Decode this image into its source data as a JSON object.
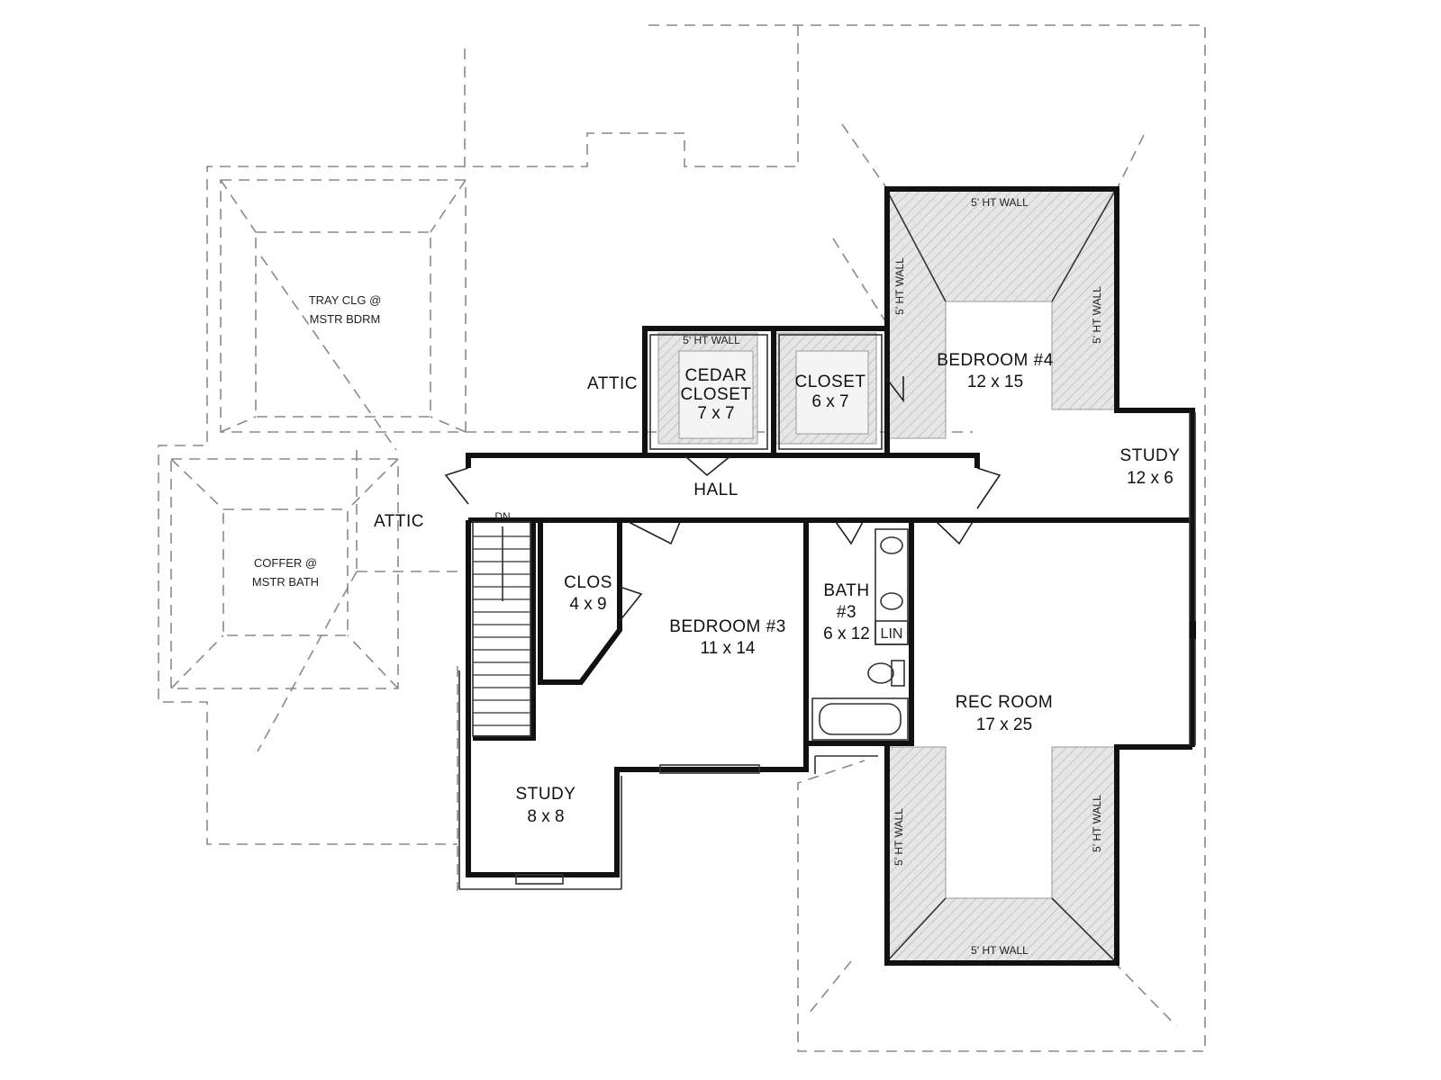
{
  "rooms": {
    "tray_ceiling": {
      "line1": "TRAY CLG @",
      "line2": "MSTR BDRM"
    },
    "coffer": {
      "line1": "COFFER @",
      "line2": "MSTR BATH"
    },
    "attic_upper": "ATTIC",
    "attic_lower": "ATTIC",
    "cedar_closet": {
      "line1": "CEDAR",
      "line2": "CLOSET",
      "dim": "7 x 7"
    },
    "closet": {
      "name": "CLOSET",
      "dim": "6 x 7"
    },
    "bedroom4": {
      "name": "BEDROOM #4",
      "dim": "12 x 15"
    },
    "study_right": {
      "name": "STUDY",
      "dim": "12 x 6"
    },
    "hall": "HALL",
    "stair": "DN",
    "clos": {
      "name": "CLOS",
      "dim": "4 x 9"
    },
    "bedroom3": {
      "name": "BEDROOM #3",
      "dim": "11 x 14"
    },
    "bath3": {
      "line1": "BATH",
      "line2": "#3",
      "dim": "6 x 12"
    },
    "linen": "LIN",
    "rec_room": {
      "name": "REC ROOM",
      "dim": "17 x 25"
    },
    "study_lower": {
      "name": "STUDY",
      "dim": "8 x 8"
    }
  },
  "wall_notes": {
    "cedar_top": "5' HT WALL",
    "bed4_top": "5' HT WALL",
    "bed4_left": "5' HT WALL",
    "bed4_right": "5' HT WALL",
    "rec_left": "5' HT WALL",
    "rec_right": "5' HT WALL",
    "rec_bottom": "5' HT WALL"
  }
}
